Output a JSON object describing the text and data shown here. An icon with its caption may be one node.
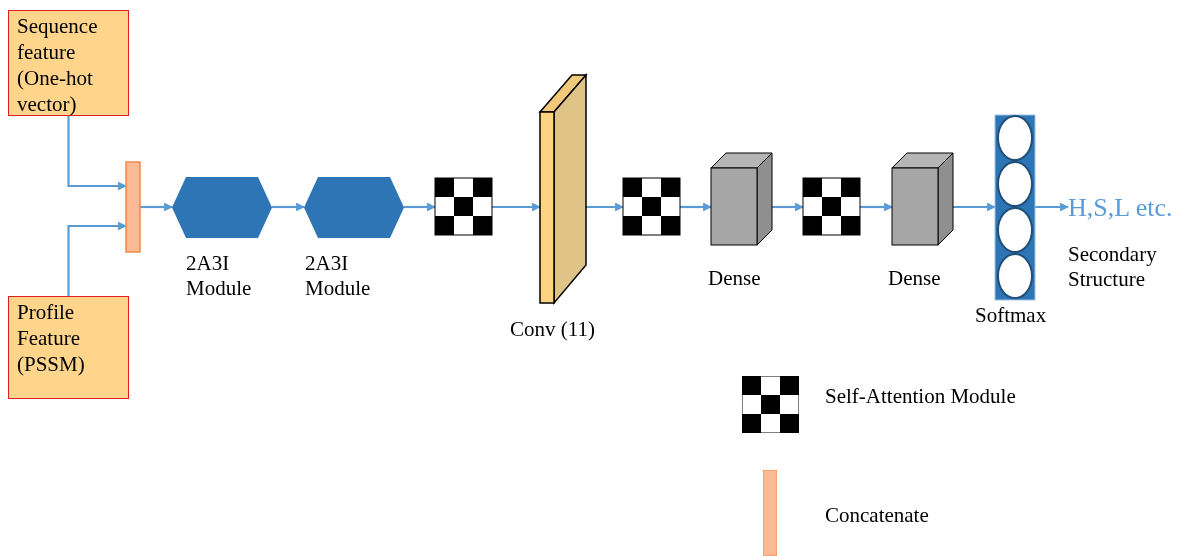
{
  "diagram": {
    "nodes": [
      {
        "text": [
          "Sequence feature (One-hot vector)"
        ]
      },
      {
        "text": [
          "Profile Feature (PSSM)"
        ]
      },
      {
        "text": [],
        "shape": "bar"
      },
      {
        "text": [],
        "shape": "hexagon",
        "beside": [
          "2A3I Module"
        ]
      },
      {
        "text": [],
        "shape": "hexagon",
        "beside": [
          "2A3I Module"
        ]
      },
      {
        "text": [],
        "shape": "grid"
      },
      {
        "text": [],
        "shape": "slab",
        "beside": [
          "Conv (11)"
        ]
      },
      {
        "text": [],
        "shape": "grid"
      },
      {
        "text": [],
        "shape": "cube",
        "beside": [
          "Dense"
        ]
      },
      {
        "text": [],
        "shape": "grid"
      },
      {
        "text": [],
        "shape": "cube",
        "beside": [
          "Dense"
        ]
      },
      {
        "text": [],
        "shape": "column",
        "beside": [
          "Softmax"
        ]
      },
      {
        "text": [
          "H,S,L etc."
        ],
        "beside": [
          "Secondary Structure"
        ]
      }
    ],
    "edges": [
      {
        "from": 0,
        "to": 2,
        "arrow": "to"
      },
      {
        "from": 1,
        "to": 2,
        "arrow": "to"
      },
      {
        "from": 2,
        "to": 3,
        "arrow": "to"
      },
      {
        "from": 3,
        "to": 4,
        "arrow": "to"
      },
      {
        "from": 4,
        "to": 5,
        "arrow": "to"
      },
      {
        "from": 5,
        "to": 6,
        "arrow": "to"
      },
      {
        "from": 6,
        "to": 7,
        "arrow": "to"
      },
      {
        "from": 7,
        "to": 8,
        "arrow": "to"
      },
      {
        "from": 8,
        "to": 9,
        "arrow": "to"
      },
      {
        "from": 9,
        "to": 10,
        "arrow": "to"
      },
      {
        "from": 10,
        "to": 11,
        "arrow": "to"
      },
      {
        "from": 11,
        "to": 12,
        "arrow": "to"
      }
    ],
    "legend": [
      {
        "text": "Self-Attention Module"
      },
      {
        "text": "Concatenate",
        "color": "#fbb994"
      }
    ]
  }
}
